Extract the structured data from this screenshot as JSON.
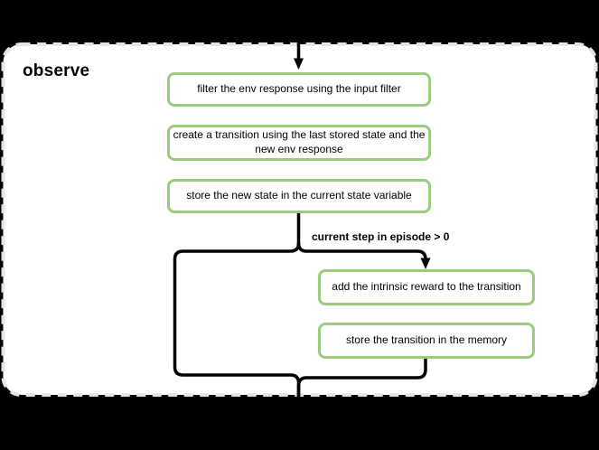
{
  "title": "observe",
  "nodes": [
    {
      "id": "filter-env-response",
      "label": "filter the env response using the input filter"
    },
    {
      "id": "create-transition",
      "label": "create a transition using the last stored state and the\nnew env response"
    },
    {
      "id": "store-new-state",
      "label": "store the new state in the current state variable"
    },
    {
      "id": "add-intrinsic-reward",
      "label": "add the intrinsic reward to the transition"
    },
    {
      "id": "store-transition",
      "label": "store the transition in the memory"
    }
  ],
  "condition": {
    "label": "current step in episode > 0"
  },
  "colors": {
    "canvas_bg": "#000000",
    "frame_fill": "#ffffff",
    "frame_border": "#e5e5e5",
    "node_fill": "#ffffff",
    "node_border": "#99cc7d",
    "line": "#000000"
  }
}
